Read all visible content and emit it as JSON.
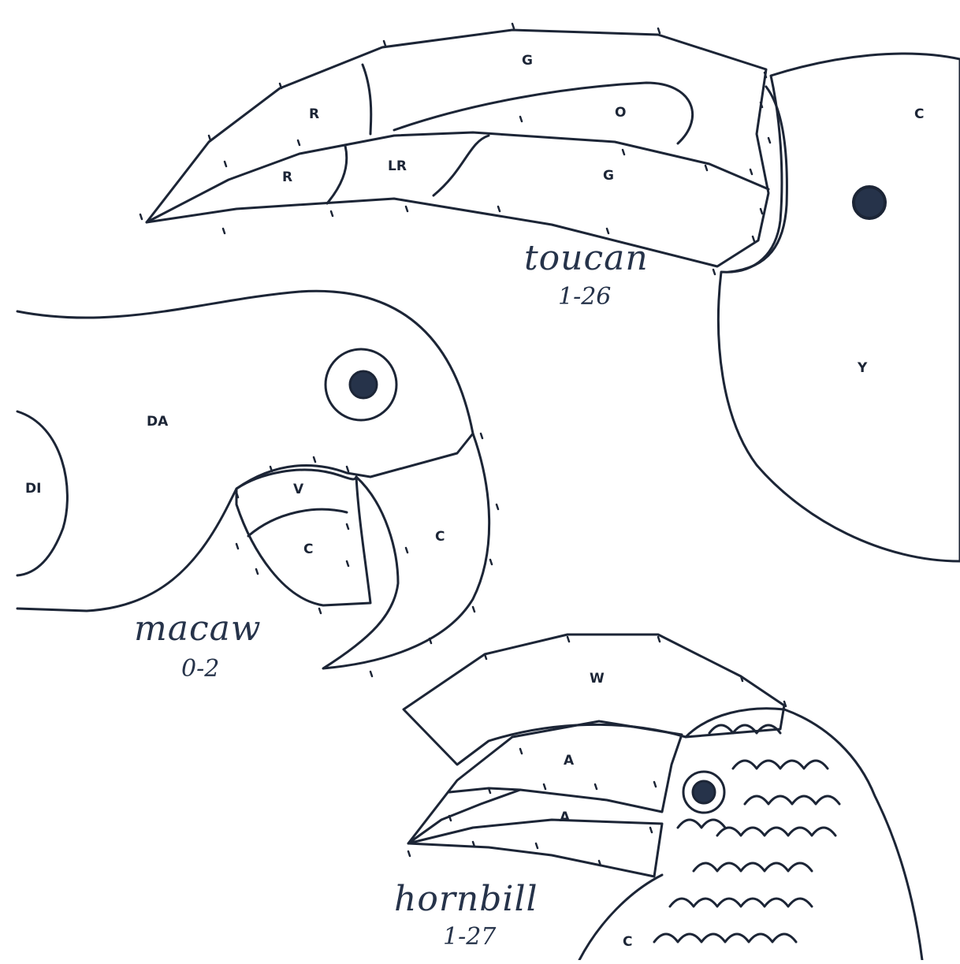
{
  "birds": {
    "toucan": {
      "name": "toucan",
      "plate": "1-26",
      "region_codes": [
        "G",
        "R",
        "O",
        "R",
        "LR",
        "G",
        "C",
        "Y"
      ]
    },
    "macaw": {
      "name": "macaw",
      "plate": "0-2",
      "region_codes": [
        "DA",
        "DI",
        "V",
        "C",
        "C"
      ]
    },
    "hornbill": {
      "name": "hornbill",
      "plate": "1-27",
      "region_codes": [
        "W",
        "A",
        "A",
        "C"
      ]
    }
  },
  "colors": {
    "ink": "#1c2536",
    "paper": "#ffffff",
    "eye": "#26334a"
  }
}
